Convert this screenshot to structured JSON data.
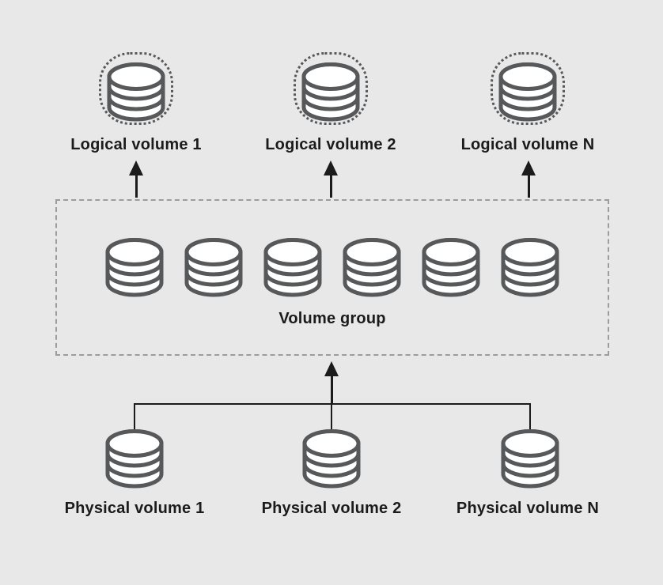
{
  "colors": {
    "bg": "#e8e8e8",
    "stroke": "#57585a",
    "line": "#1b1b1b",
    "text": "#1b1b1b",
    "dash": "#9c9c9c",
    "disk-fill": "#ffffff"
  },
  "diagram": {
    "logical_volumes": [
      {
        "label": "Logical volume 1"
      },
      {
        "label": "Logical volume 2"
      },
      {
        "label": "Logical volume N"
      }
    ],
    "volume_group": {
      "label": "Volume group",
      "disk_count": 6
    },
    "physical_volumes": [
      {
        "label": "Physical volume 1"
      },
      {
        "label": "Physical volume 2"
      },
      {
        "label": "Physical volume N"
      }
    ]
  },
  "icons": {
    "disk": "disk-stack-icon",
    "logical_ring": "dotted-ring-icon",
    "arrow": "arrow-up-icon"
  }
}
